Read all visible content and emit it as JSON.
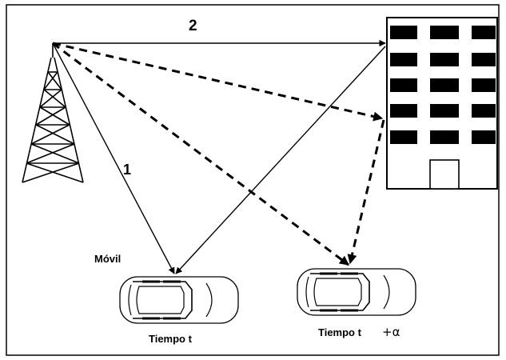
{
  "labels": {
    "path_one": "1",
    "path_two": "2",
    "mobile": "Móvil",
    "time_t": "Tiempo t",
    "time_t_alpha_base": "Tiempo t",
    "time_t_alpha_suffix": "+α"
  }
}
